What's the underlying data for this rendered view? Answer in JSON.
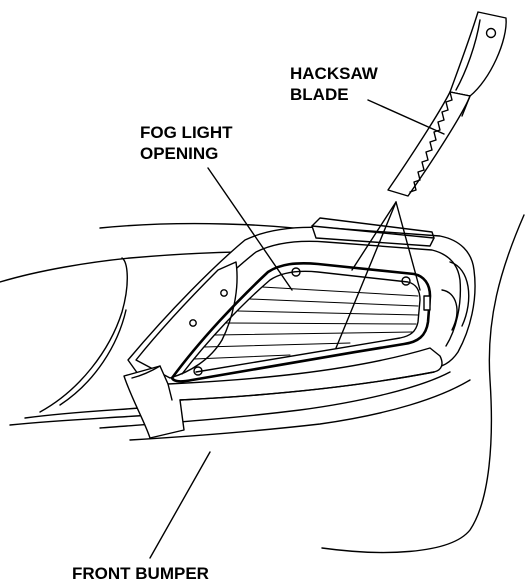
{
  "labels": {
    "hacksaw_line1": "HACKSAW",
    "hacksaw_line2": "BLADE",
    "fog_line1": "FOG LIGHT",
    "fog_line2": "OPENING",
    "bumper": "FRONT BUMPER"
  },
  "colors": {
    "ink": "#000000",
    "paper": "#ffffff"
  }
}
